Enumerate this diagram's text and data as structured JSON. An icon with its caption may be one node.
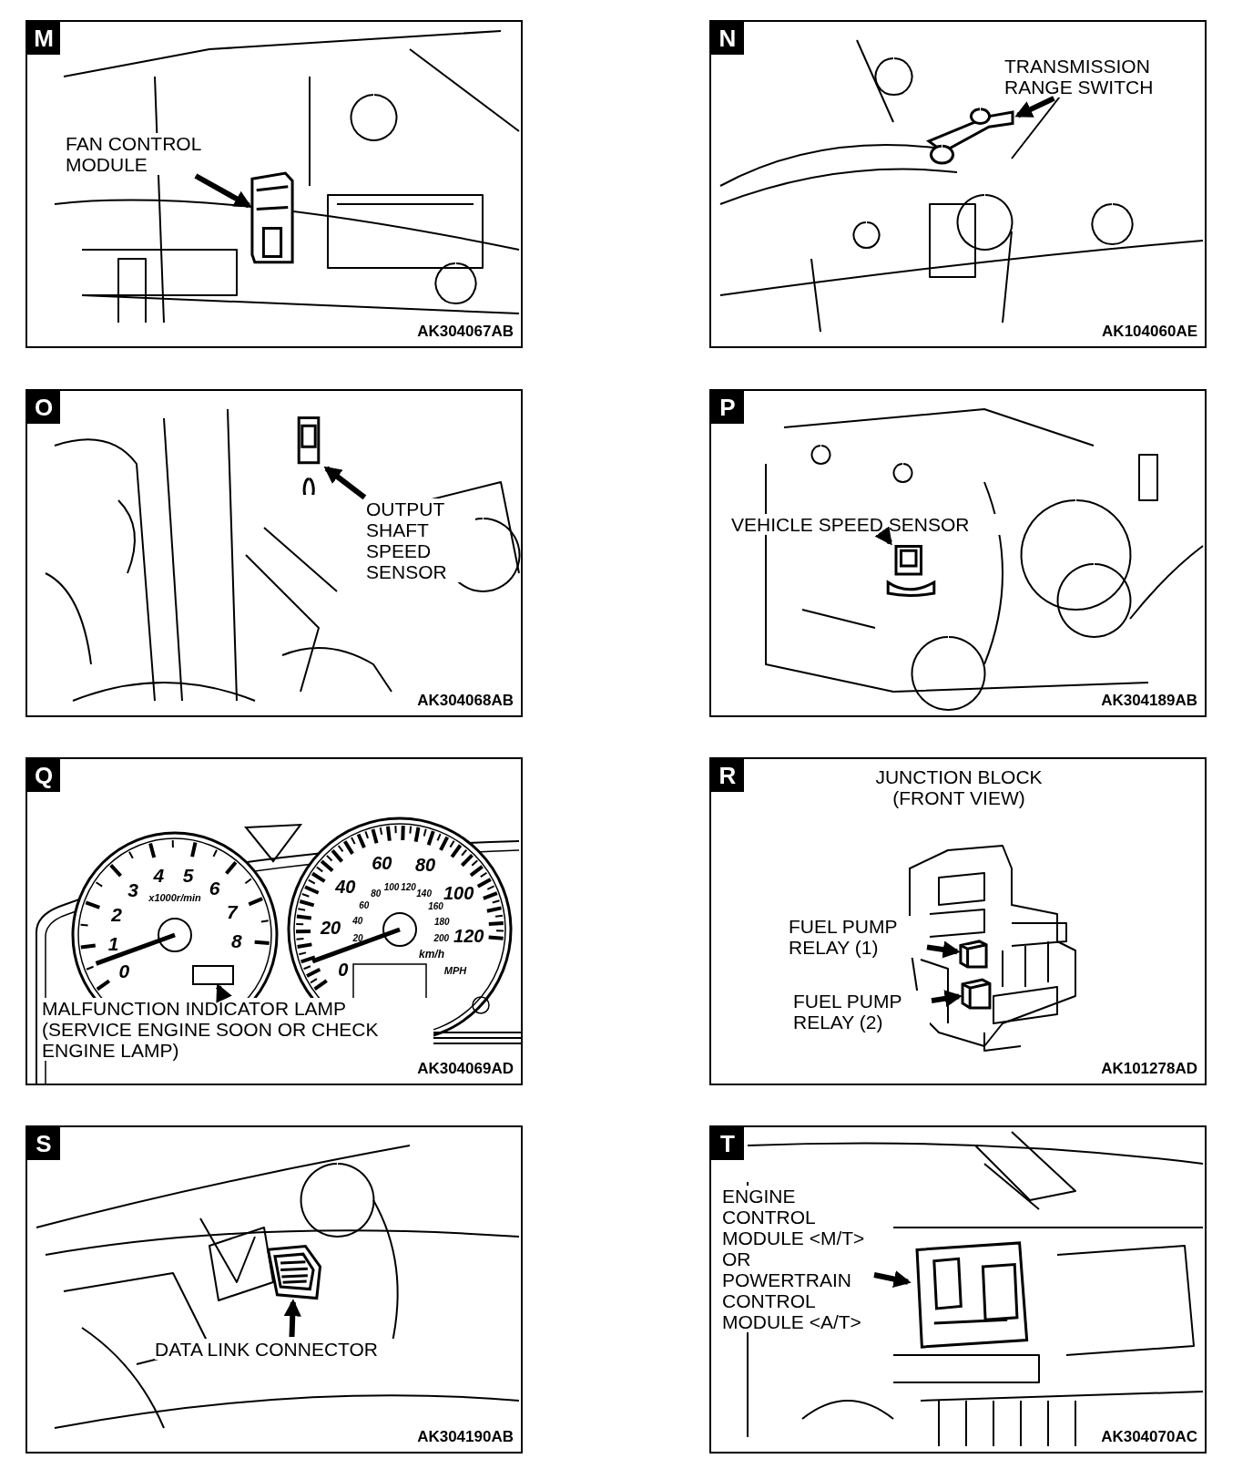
{
  "diagram": {
    "nodes": [
      {
        "text": [
          "AK304067AB"
        ]
      },
      {
        "text": [
          "M"
        ],
        "in": 0
      },
      {
        "text": [
          "FAN CONTROL MODULE"
        ],
        "in": 0
      },
      {
        "text": [],
        "shape": "picture",
        "in": 0
      },
      {
        "text": [
          "AK104060AE"
        ]
      },
      {
        "text": [
          "N"
        ],
        "in": 4
      },
      {
        "text": [
          "TRANSMISSION RANGE SWITCH"
        ],
        "in": 4
      },
      {
        "text": [],
        "shape": "picture",
        "in": 4
      },
      {
        "text": [
          "AK304068AB"
        ]
      },
      {
        "text": [
          "O"
        ],
        "in": 8
      },
      {
        "text": [
          "OUTPUT SHAFT SPEED SENSOR"
        ],
        "in": 8
      },
      {
        "text": [],
        "shape": "picture",
        "in": 8
      },
      {
        "text": [
          "AK304189AB"
        ]
      },
      {
        "text": [
          "P"
        ],
        "in": 12
      },
      {
        "text": [
          "VEHICLE SPEED SENSOR"
        ],
        "in": 12
      },
      {
        "text": [],
        "shape": "picture",
        "in": 12
      },
      {
        "text": [
          "AK304069AD"
        ]
      },
      {
        "text": [
          "Q"
        ],
        "in": 16
      },
      {
        "text": [
          "MALFUNCTION INDICATOR LAMP (SERVICE ENGINE SOON OR CHECK ENGINE LAMP)"
        ],
        "in": 16
      },
      {
        "text": [],
        "shape": "box",
        "in": 16
      },
      {
        "text": [
          "AK101278AD"
        ]
      },
      {
        "text": [
          "R"
        ],
        "in": 20
      },
      {
        "text": [
          "FUEL PUMP RELAY (1)"
        ],
        "in": 20
      },
      {
        "text": [],
        "shape": "picture",
        "in": 20
      },
      {
        "text": [
          "FUEL PUMP RELAY (2)"
        ],
        "in": 20
      },
      {
        "text": [],
        "shape": "picture",
        "in": 20
      },
      {
        "text": [
          "AK304190AB"
        ]
      },
      {
        "text": [
          "S"
        ],
        "in": 26
      },
      {
        "text": [
          "DATA LINK CONNECTOR"
        ],
        "in": 26
      },
      {
        "text": [],
        "shape": "picture",
        "in": 26
      },
      {
        "text": [
          "AK304070AC"
        ]
      },
      {
        "text": [
          "T"
        ],
        "in": 30
      },
      {
        "text": [
          "ENGINE CONTROL MODULE <M/T> OR POWERTRAIN CONTROL MODULE <A/T>"
        ],
        "in": 30
      },
      {
        "text": [],
        "shape": "picture",
        "in": 30
      }
    ],
    "edges": [
      {
        "from": 2,
        "to": 3,
        "arrow": "to"
      },
      {
        "from": 6,
        "to": 7,
        "arrow": "to"
      },
      {
        "from": 10,
        "to": 11,
        "arrow": "to"
      },
      {
        "from": 14,
        "to": 15,
        "arrow": "to"
      },
      {
        "from": 18,
        "to": 19,
        "arrow": "to"
      },
      {
        "from": 22,
        "to": 23,
        "arrow": "to"
      },
      {
        "from": 24,
        "to": 25,
        "arrow": "to"
      },
      {
        "from": 28,
        "to": 29,
        "arrow": "to"
      },
      {
        "from": 32,
        "to": 33,
        "arrow": "to"
      }
    ],
    "labels": [
      "0",
      "1",
      "2",
      "3",
      "4",
      "5",
      "6",
      "7",
      "8",
      "x1000r/min",
      "0",
      "20",
      "40",
      "60",
      "80",
      "100",
      "120",
      "20",
      "40",
      "60",
      "80",
      "100",
      "120",
      "140",
      "160",
      "180",
      "200",
      "km/h",
      "MPH",
      "JUNCTION BLOCK (FRONT VIEW)"
    ]
  }
}
